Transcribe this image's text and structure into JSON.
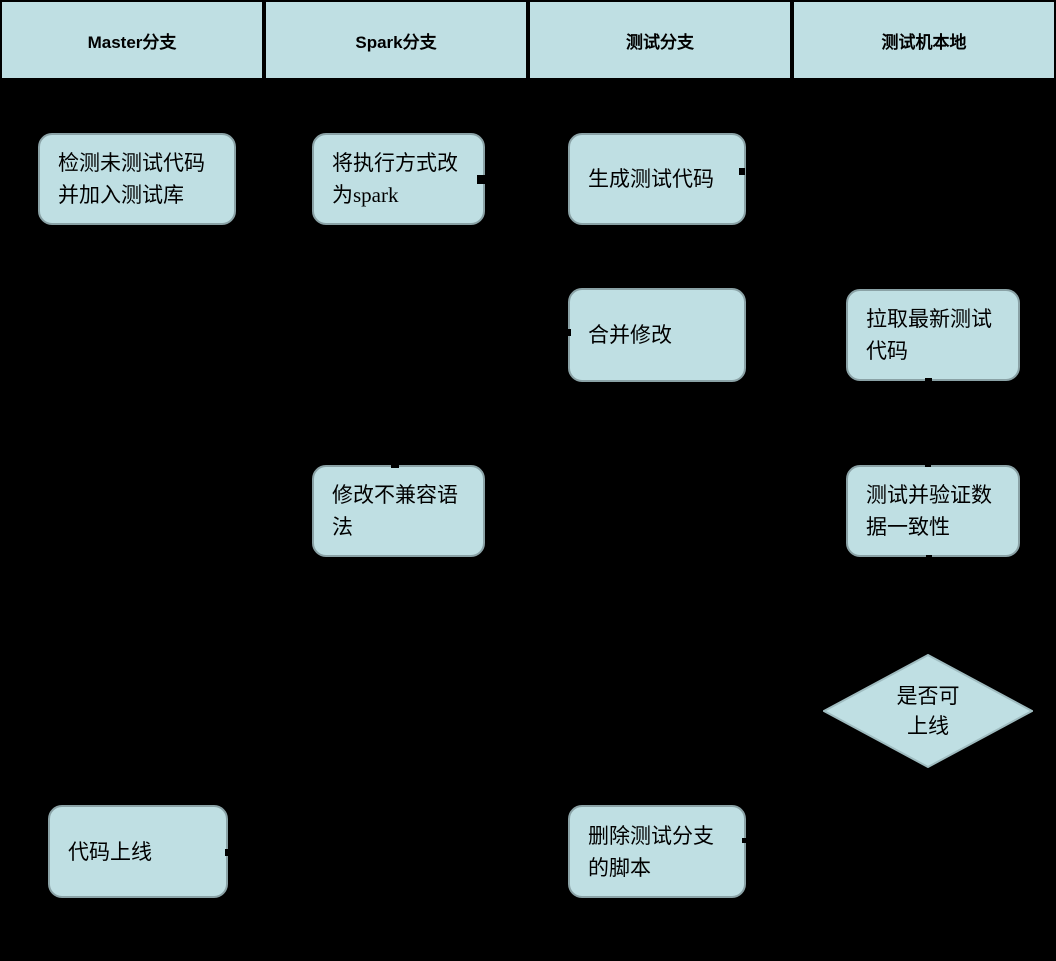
{
  "diagram": {
    "type": "swimlane-flowchart",
    "colors": {
      "background": "#000000",
      "node_fill": "#bfdfe3",
      "node_border": "#8aa2a6",
      "diamond_border": "#9fbcc0",
      "lane_divider": "#000000",
      "text": "#000000"
    },
    "lanes": [
      {
        "label": "Master分支"
      },
      {
        "label": "Spark分支"
      },
      {
        "label": "测试分支"
      },
      {
        "label": "测试机本地"
      }
    ],
    "nodes": {
      "detect": {
        "lane": "Master分支",
        "shape": "rounded-rect",
        "lines": [
          "检测未测试代码",
          "并加入测试库"
        ]
      },
      "spark_change": {
        "lane": "Spark分支",
        "shape": "rounded-rect",
        "lines": [
          "将执行方式改",
          "为spark"
        ]
      },
      "generate": {
        "lane": "测试分支",
        "shape": "rounded-rect",
        "lines": [
          "生成测试代码"
        ]
      },
      "merge": {
        "lane": "测试分支",
        "shape": "rounded-rect",
        "lines": [
          "合并修改"
        ]
      },
      "pull": {
        "lane": "测试机本地",
        "shape": "rounded-rect",
        "lines": [
          "拉取最新测试",
          "代码"
        ]
      },
      "fix_syntax": {
        "lane": "Spark分支",
        "shape": "rounded-rect",
        "lines": [
          "修改不兼容语",
          "法"
        ]
      },
      "verify": {
        "lane": "测试机本地",
        "shape": "rounded-rect",
        "lines": [
          "测试并验证数",
          "据一致性"
        ]
      },
      "decision": {
        "lane": "测试机本地",
        "shape": "diamond",
        "lines": [
          "是否可",
          "上线"
        ]
      },
      "online": {
        "lane": "Master分支",
        "shape": "rounded-rect",
        "lines": [
          "代码上线"
        ]
      },
      "delete_script": {
        "lane": "测试分支",
        "shape": "rounded-rect",
        "lines": [
          "删除测试分支",
          "的脚本"
        ]
      }
    }
  }
}
